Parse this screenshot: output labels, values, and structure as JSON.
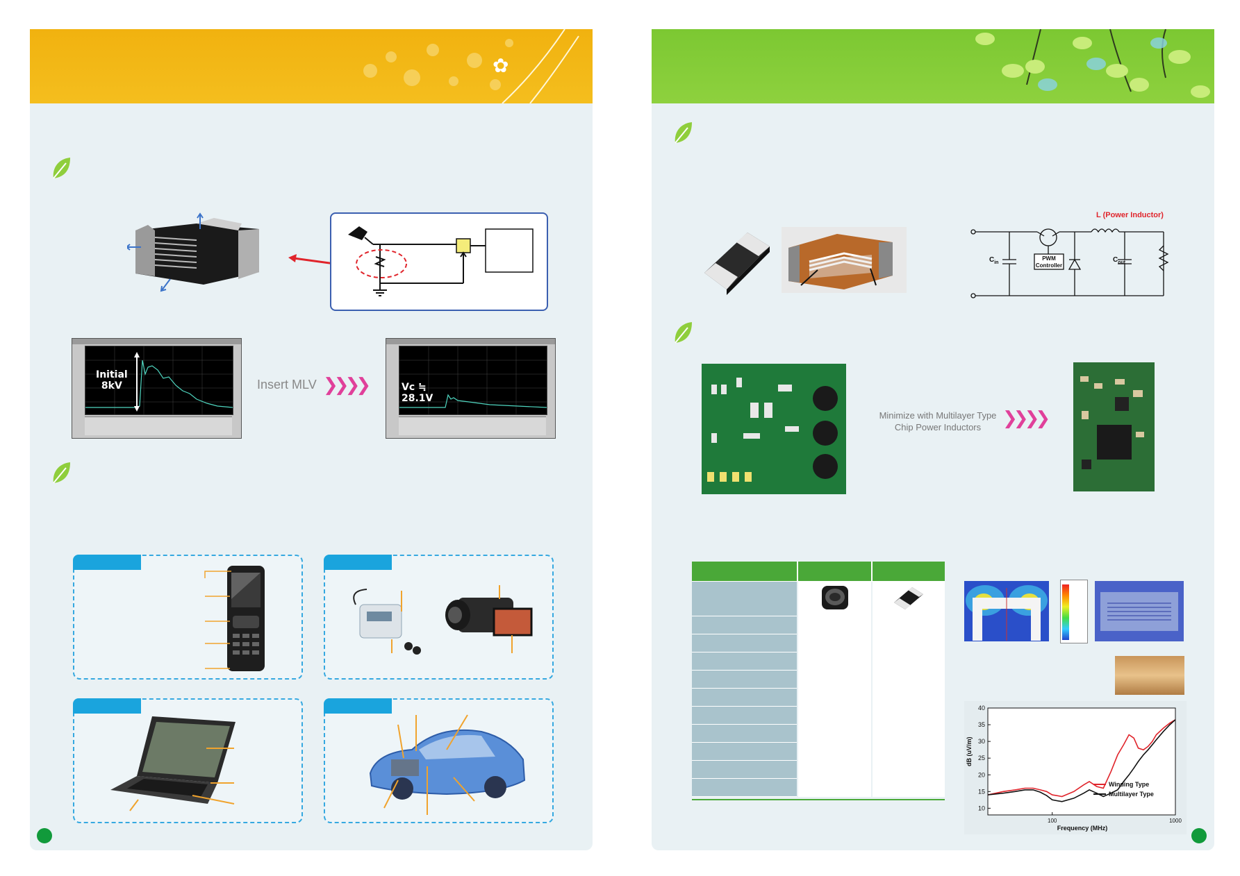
{
  "left_page": {
    "scope_before": {
      "label_line1": "Initial",
      "label_line2": "8kV"
    },
    "insert_label": "Insert MLV",
    "chevrons": "❯❯❯❯",
    "scope_after": {
      "label_line1": "Vc ≒",
      "label_line2": "28.1V"
    }
  },
  "right_page": {
    "circuit": {
      "inductor_label": "L (Power Inductor)",
      "cin": "C",
      "cin_sub": "in",
      "controller_line1": "PWM",
      "controller_line2": "Controller",
      "cout": "C",
      "cout_sub": "out"
    },
    "minimize_line1": "Minimize with Multilayer Type",
    "minimize_line2": "Chip Power Inductors",
    "chevrons": "❯❯❯❯",
    "emi_chart": {
      "chart_data": {
        "type": "line",
        "xlabel": "Frequency (MHz)",
        "ylabel": "dB (uV/m)",
        "x_scale": "log",
        "xlim": [
          30,
          1000
        ],
        "ylim": [
          8,
          40
        ],
        "x_ticks": [
          "100",
          "1000"
        ],
        "y_ticks": [
          "10",
          "15",
          "20",
          "25",
          "30",
          "35",
          "40"
        ],
        "legend_position": "bottom-right",
        "series": [
          {
            "name": "Winding Type",
            "color": "#e0242b",
            "x": [
              30,
              40,
              50,
              60,
              70,
              80,
              90,
              100,
              120,
              150,
              180,
              200,
              230,
              260,
              300,
              340,
              380,
              420,
              460,
              500,
              550,
              600,
              650,
              700,
              800,
              900,
              1000
            ],
            "y": [
              14,
              15,
              15.5,
              16,
              16,
              15.5,
              15,
              14,
              13.5,
              15,
              17,
              18,
              16.5,
              16,
              21,
              26,
              29,
              32,
              31,
              28,
              27.5,
              28.5,
              30,
              32,
              34,
              35.5,
              36.5
            ]
          },
          {
            "name": "Multilayer Type",
            "color": "#111111",
            "x": [
              30,
              40,
              50,
              60,
              70,
              80,
              90,
              100,
              120,
              150,
              180,
              200,
              230,
              260,
              300,
              340,
              380,
              420,
              460,
              500,
              550,
              600,
              650,
              700,
              800,
              900,
              1000
            ],
            "y": [
              14,
              14.5,
              15,
              15.5,
              15.5,
              14.8,
              13.8,
              12.5,
              12,
              13,
              14.5,
              15.5,
              14.5,
              13.5,
              14.5,
              15.5,
              18,
              20,
              22,
              24,
              26,
              27.5,
              29,
              30.5,
              33,
              35,
              36.5
            ]
          }
        ]
      }
    }
  }
}
